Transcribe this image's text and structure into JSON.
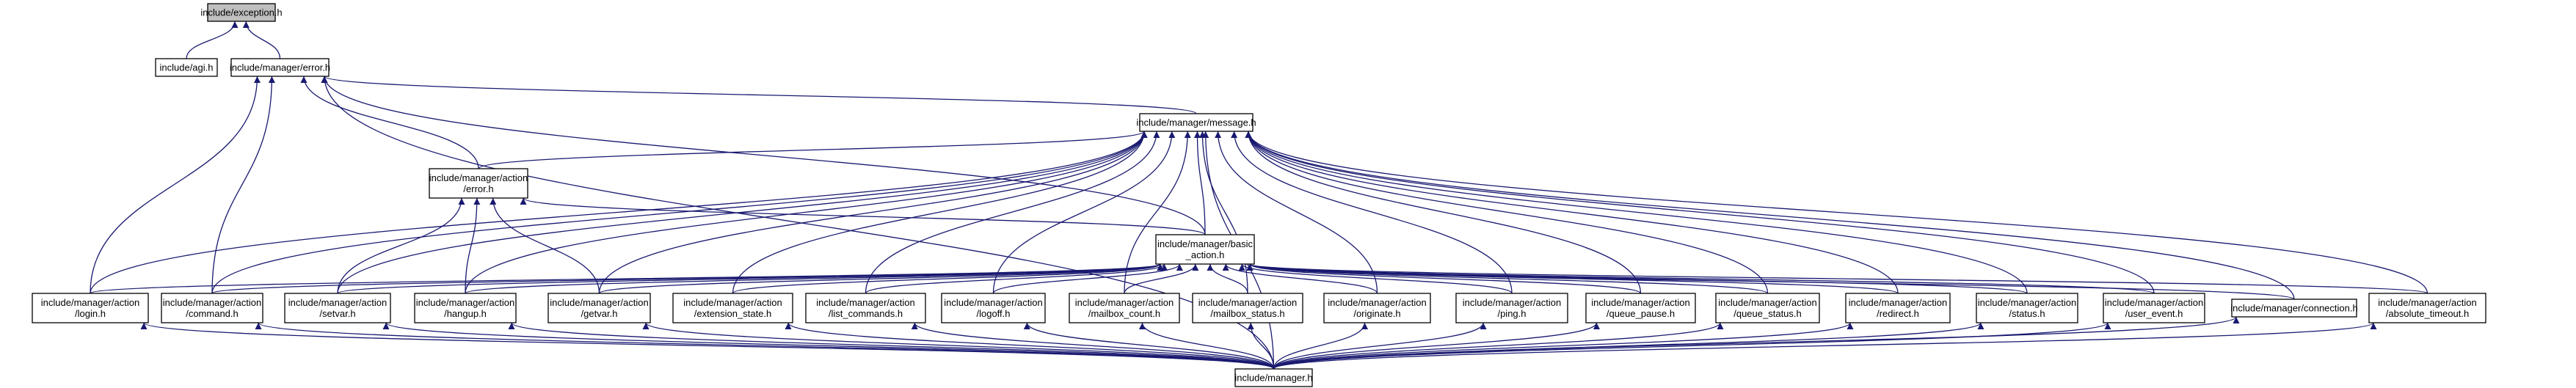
{
  "diagram": {
    "type": "include-dependency-graph",
    "colors": {
      "edge": "#191970",
      "root_fill": "#bfbfbf",
      "node_fill": "#ffffff",
      "node_stroke": "#000000"
    },
    "nodes": [
      {
        "id": "exception",
        "lines": [
          "include/exception.h"
        ],
        "root": true
      },
      {
        "id": "agi",
        "lines": [
          "include/agi.h"
        ]
      },
      {
        "id": "manager_error",
        "lines": [
          "include/manager/error.h"
        ]
      },
      {
        "id": "message",
        "lines": [
          "include/manager/message.h"
        ]
      },
      {
        "id": "action_error",
        "lines": [
          "include/manager/action",
          "/error.h"
        ]
      },
      {
        "id": "basic_action",
        "lines": [
          "include/manager/basic",
          "_action.h"
        ]
      },
      {
        "id": "login",
        "lines": [
          "include/manager/action",
          "/login.h"
        ]
      },
      {
        "id": "command",
        "lines": [
          "include/manager/action",
          "/command.h"
        ]
      },
      {
        "id": "setvar",
        "lines": [
          "include/manager/action",
          "/setvar.h"
        ]
      },
      {
        "id": "hangup",
        "lines": [
          "include/manager/action",
          "/hangup.h"
        ]
      },
      {
        "id": "getvar",
        "lines": [
          "include/manager/action",
          "/getvar.h"
        ]
      },
      {
        "id": "extension_state",
        "lines": [
          "include/manager/action",
          "/extension_state.h"
        ]
      },
      {
        "id": "list_commands",
        "lines": [
          "include/manager/action",
          "/list_commands.h"
        ]
      },
      {
        "id": "logoff",
        "lines": [
          "include/manager/action",
          "/logoff.h"
        ]
      },
      {
        "id": "mailbox_count",
        "lines": [
          "include/manager/action",
          "/mailbox_count.h"
        ]
      },
      {
        "id": "mailbox_status",
        "lines": [
          "include/manager/action",
          "/mailbox_status.h"
        ]
      },
      {
        "id": "originate",
        "lines": [
          "include/manager/action",
          "/originate.h"
        ]
      },
      {
        "id": "ping",
        "lines": [
          "include/manager/action",
          "/ping.h"
        ]
      },
      {
        "id": "queue_pause",
        "lines": [
          "include/manager/action",
          "/queue_pause.h"
        ]
      },
      {
        "id": "queue_status",
        "lines": [
          "include/manager/action",
          "/queue_status.h"
        ]
      },
      {
        "id": "redirect",
        "lines": [
          "include/manager/action",
          "/redirect.h"
        ]
      },
      {
        "id": "status",
        "lines": [
          "include/manager/action",
          "/status.h"
        ]
      },
      {
        "id": "user_event",
        "lines": [
          "include/manager/action",
          "/user_event.h"
        ]
      },
      {
        "id": "connection",
        "lines": [
          "include/manager/connection.h"
        ]
      },
      {
        "id": "absolute_timeout",
        "lines": [
          "include/manager/action",
          "/absolute_timeout.h"
        ]
      },
      {
        "id": "manager",
        "lines": [
          "include/manager.h"
        ]
      }
    ],
    "edges": [
      [
        "agi",
        "exception"
      ],
      [
        "manager_error",
        "exception"
      ],
      [
        "message",
        "manager_error"
      ],
      [
        "action_error",
        "manager_error"
      ],
      [
        "basic_action",
        "manager_error"
      ],
      [
        "login",
        "manager_error"
      ],
      [
        "command",
        "manager_error"
      ],
      [
        "manager",
        "manager_error"
      ],
      [
        "action_error",
        "message"
      ],
      [
        "basic_action",
        "message"
      ],
      [
        "login",
        "message"
      ],
      [
        "command",
        "message"
      ],
      [
        "setvar",
        "message"
      ],
      [
        "hangup",
        "message"
      ],
      [
        "getvar",
        "message"
      ],
      [
        "extension_state",
        "message"
      ],
      [
        "list_commands",
        "message"
      ],
      [
        "logoff",
        "message"
      ],
      [
        "mailbox_count",
        "message"
      ],
      [
        "mailbox_status",
        "message"
      ],
      [
        "originate",
        "message"
      ],
      [
        "ping",
        "message"
      ],
      [
        "queue_pause",
        "message"
      ],
      [
        "queue_status",
        "message"
      ],
      [
        "redirect",
        "message"
      ],
      [
        "status",
        "message"
      ],
      [
        "user_event",
        "message"
      ],
      [
        "connection",
        "message"
      ],
      [
        "absolute_timeout",
        "message"
      ],
      [
        "manager",
        "message"
      ],
      [
        "basic_action",
        "action_error"
      ],
      [
        "setvar",
        "action_error"
      ],
      [
        "hangup",
        "action_error"
      ],
      [
        "getvar",
        "action_error"
      ],
      [
        "login",
        "basic_action"
      ],
      [
        "command",
        "basic_action"
      ],
      [
        "setvar",
        "basic_action"
      ],
      [
        "hangup",
        "basic_action"
      ],
      [
        "getvar",
        "basic_action"
      ],
      [
        "extension_state",
        "basic_action"
      ],
      [
        "list_commands",
        "basic_action"
      ],
      [
        "logoff",
        "basic_action"
      ],
      [
        "mailbox_count",
        "basic_action"
      ],
      [
        "mailbox_status",
        "basic_action"
      ],
      [
        "originate",
        "basic_action"
      ],
      [
        "ping",
        "basic_action"
      ],
      [
        "queue_pause",
        "basic_action"
      ],
      [
        "queue_status",
        "basic_action"
      ],
      [
        "redirect",
        "basic_action"
      ],
      [
        "status",
        "basic_action"
      ],
      [
        "user_event",
        "basic_action"
      ],
      [
        "connection",
        "basic_action"
      ],
      [
        "absolute_timeout",
        "basic_action"
      ],
      [
        "manager",
        "login"
      ],
      [
        "manager",
        "command"
      ],
      [
        "manager",
        "setvar"
      ],
      [
        "manager",
        "hangup"
      ],
      [
        "manager",
        "getvar"
      ],
      [
        "manager",
        "extension_state"
      ],
      [
        "manager",
        "list_commands"
      ],
      [
        "manager",
        "logoff"
      ],
      [
        "manager",
        "mailbox_count"
      ],
      [
        "manager",
        "mailbox_status"
      ],
      [
        "manager",
        "originate"
      ],
      [
        "manager",
        "ping"
      ],
      [
        "manager",
        "queue_pause"
      ],
      [
        "manager",
        "queue_status"
      ],
      [
        "manager",
        "redirect"
      ],
      [
        "manager",
        "status"
      ],
      [
        "manager",
        "user_event"
      ],
      [
        "manager",
        "connection"
      ],
      [
        "manager",
        "absolute_timeout"
      ]
    ]
  }
}
